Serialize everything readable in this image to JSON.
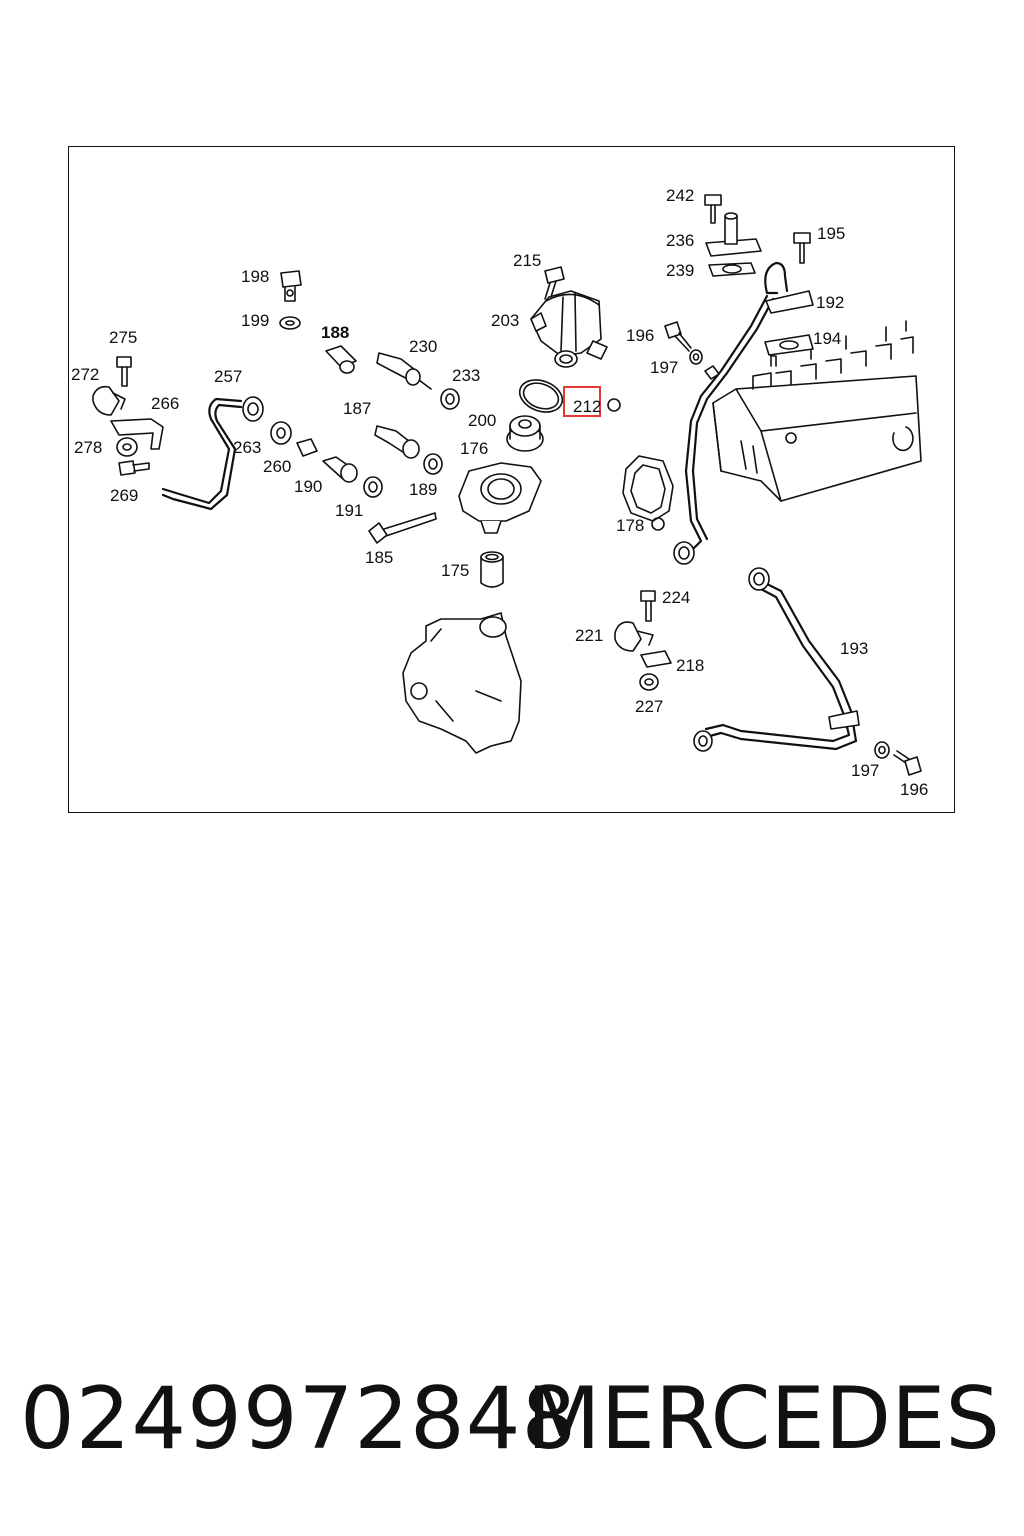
{
  "diagram": {
    "highlight_color": "#e53935",
    "highlighted_label": "212",
    "labels": {
      "l242": "242",
      "l236": "236",
      "l239": "239",
      "l195": "195",
      "l192": "192",
      "l215": "215",
      "l203": "203",
      "l196a": "196",
      "l197a": "197",
      "l194": "194",
      "l198": "198",
      "l199": "199",
      "l188": "188",
      "l230": "230",
      "l233": "233",
      "l275": "275",
      "l272": "272",
      "l257": "257",
      "l266": "266",
      "l212": "212",
      "l187": "187",
      "l200": "200",
      "l176": "176",
      "l278": "278",
      "l263": "263",
      "l260": "260",
      "l190": "190",
      "l189": "189",
      "l269": "269",
      "l191": "191",
      "l178": "178",
      "l185": "185",
      "l175": "175",
      "l224": "224",
      "l221": "221",
      "l218": "218",
      "l193": "193",
      "l227": "227",
      "l197b": "197",
      "l196b": "196"
    }
  },
  "caption": {
    "part_number": "0249972848",
    "brand": "MERCEDES"
  }
}
